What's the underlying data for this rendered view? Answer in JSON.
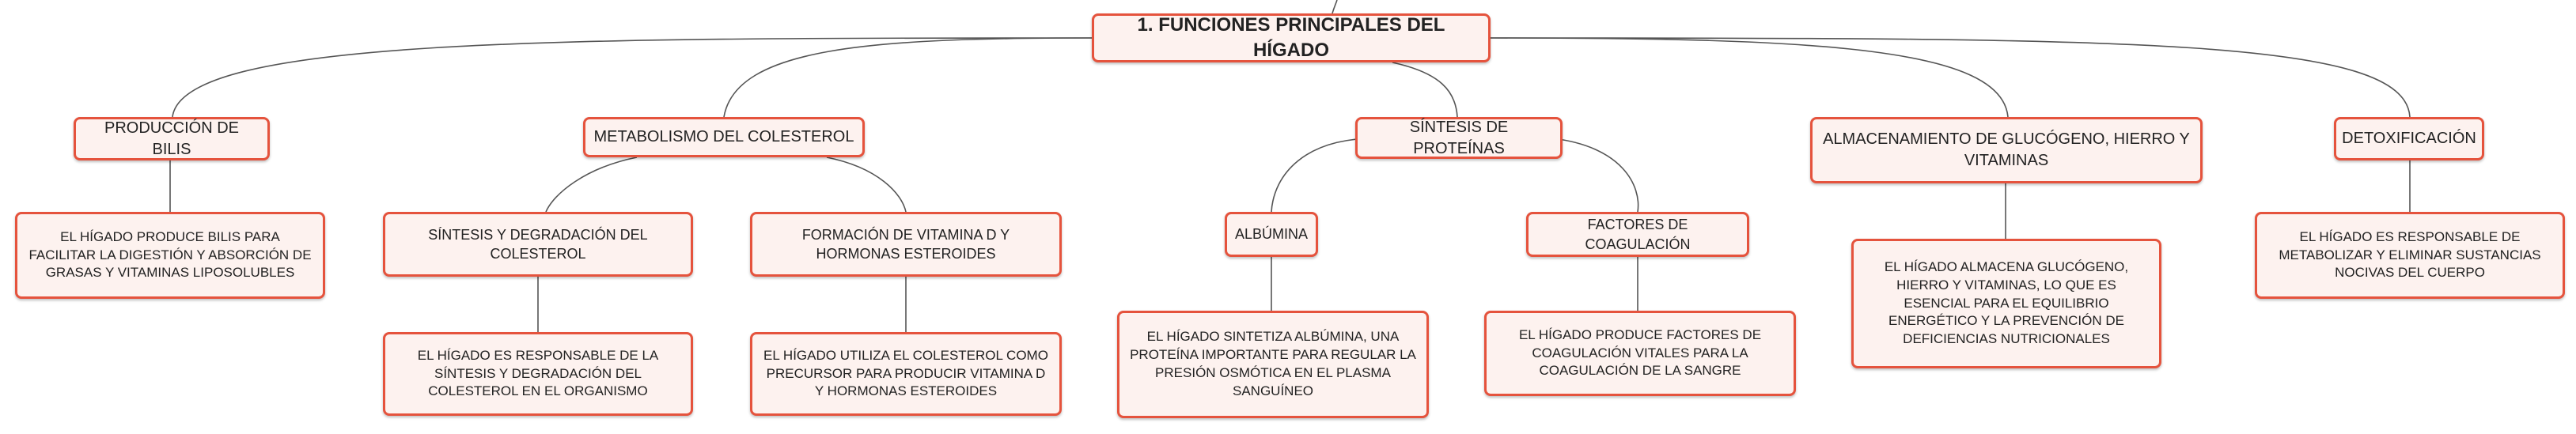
{
  "colors": {
    "border": "#e5533d",
    "fill": "#fdf2ef",
    "line": "#555555",
    "text": "#222222"
  },
  "root": {
    "label": "1. FUNCIONES PRINCIPALES DEL HÍGADO"
  },
  "bilis": {
    "label": "PRODUCCIÓN DE BILIS",
    "detail": "EL HÍGADO PRODUCE BILIS PARA FACILITAR LA DIGESTIÓN Y ABSORCIÓN DE GRASAS Y VITAMINAS LIPOSOLUBLES"
  },
  "colesterol": {
    "label": "METABOLISMO DEL COLESTEROL",
    "sintesis": {
      "label": "SÍNTESIS Y DEGRADACIÓN DEL COLESTEROL",
      "detail": "EL HÍGADO ES RESPONSABLE DE LA SÍNTESIS Y DEGRADACIÓN DEL COLESTEROL EN EL ORGANISMO"
    },
    "vitamina": {
      "label": "FORMACIÓN DE VITAMINA D Y HORMONAS ESTEROIDES",
      "detail": "EL HÍGADO UTILIZA EL COLESTEROL COMO PRECURSOR PARA PRODUCIR VITAMINA D Y HORMONAS ESTEROIDES"
    }
  },
  "proteinas": {
    "label": "SÍNTESIS DE PROTEÍNAS",
    "albumina": {
      "label": "ALBÚMINA",
      "detail": "EL HÍGADO SINTETIZA ALBÚMINA, UNA PROTEÍNA IMPORTANTE PARA REGULAR LA PRESIÓN OSMÓTICA EN EL PLASMA SANGUÍNEO"
    },
    "coagulacion": {
      "label": "FACTORES DE COAGULACIÓN",
      "detail": "EL HÍGADO PRODUCE FACTORES DE COAGULACIÓN VITALES PARA LA COAGULACIÓN DE LA SANGRE"
    }
  },
  "almacenamiento": {
    "label": "ALMACENAMIENTO DE GLUCÓGENO, HIERRO Y VITAMINAS",
    "detail": "EL HÍGADO ALMACENA GLUCÓGENO, HIERRO Y VITAMINAS, LO QUE ES ESENCIAL PARA EL EQUILIBRIO ENERGÉTICO Y LA PREVENCIÓN DE DEFICIENCIAS NUTRICIONALES"
  },
  "detox": {
    "label": "DETOXIFICACIÓN",
    "detail": "EL HÍGADO ES RESPONSABLE DE METABOLIZAR Y ELIMINAR SUSTANCIAS NOCIVAS DEL CUERPO"
  }
}
